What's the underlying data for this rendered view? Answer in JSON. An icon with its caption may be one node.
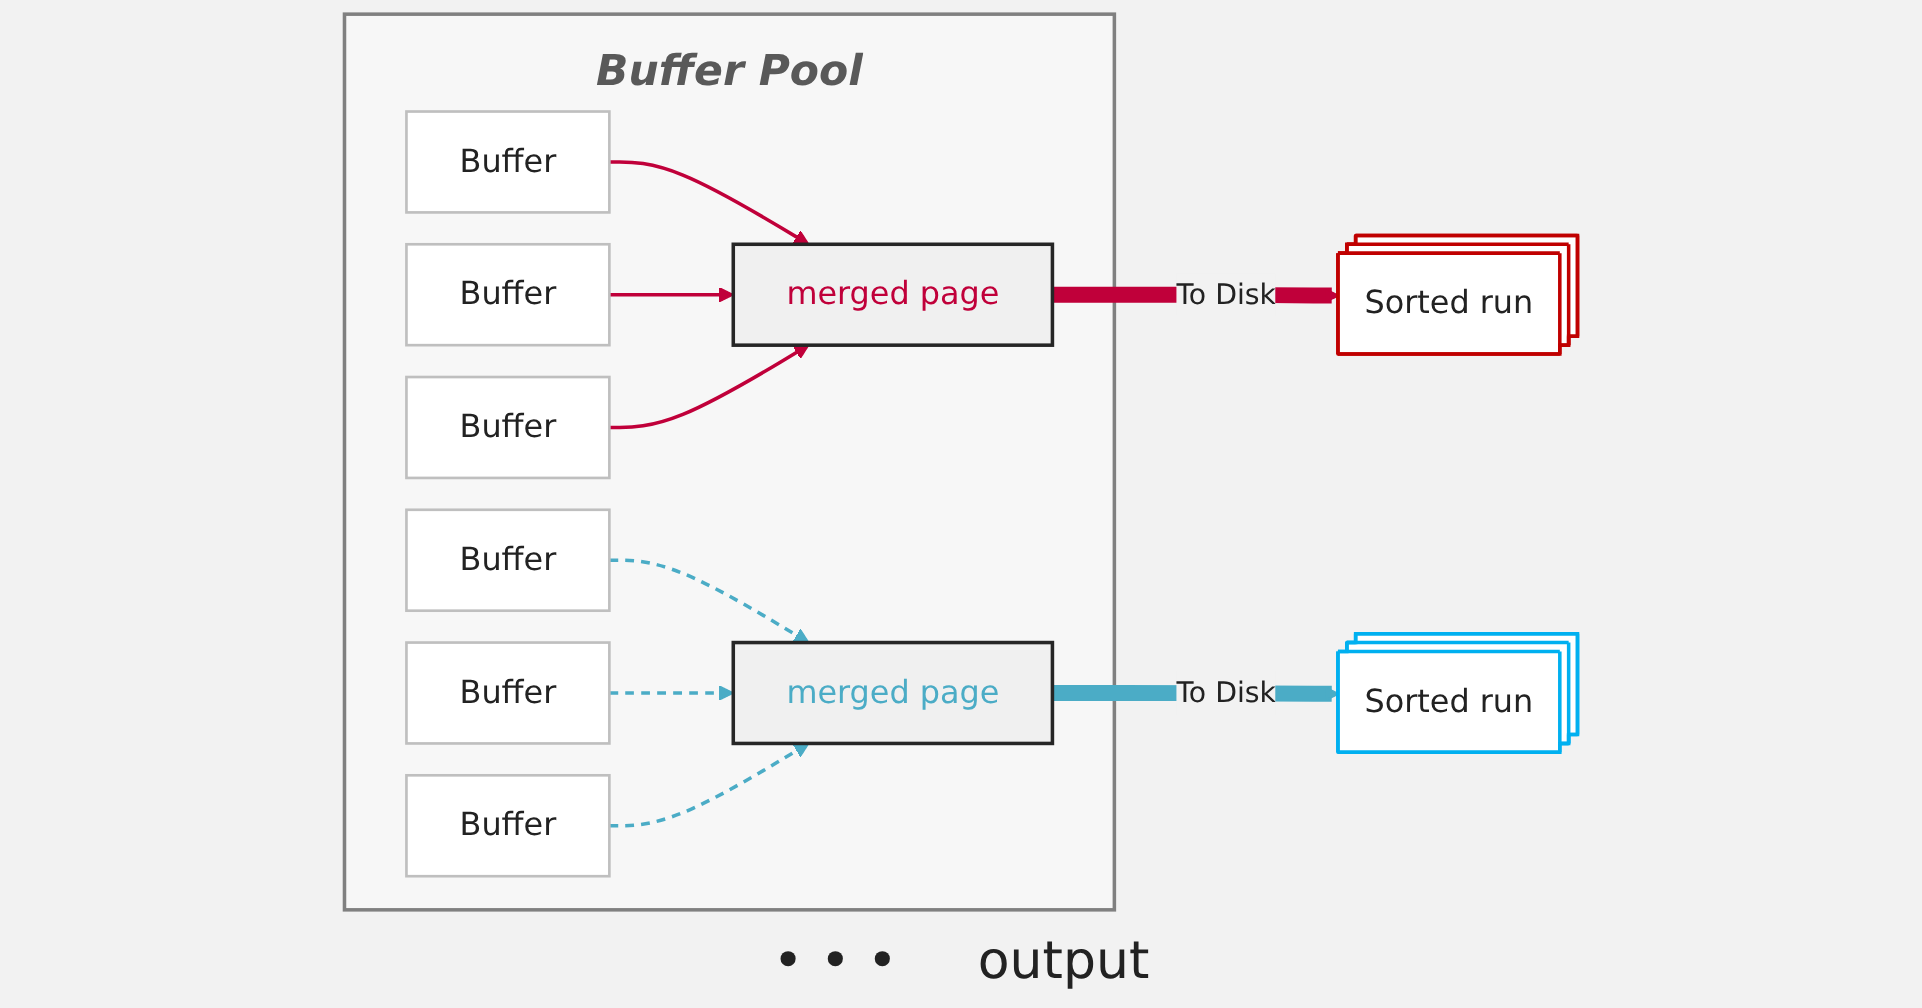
{
  "diagram": {
    "nodes": [
      {
        "text": [
          "Buffer Pool"
        ]
      },
      {
        "text": [
          "Buffer"
        ],
        "in": 0
      },
      {
        "text": [
          "Buffer"
        ],
        "in": 0
      },
      {
        "text": [
          "Buffer"
        ],
        "in": 0
      },
      {
        "text": [
          "Buffer"
        ],
        "in": 0
      },
      {
        "text": [
          "Buffer"
        ],
        "in": 0
      },
      {
        "text": [
          "Buffer"
        ],
        "in": 0
      },
      {
        "text": [
          "merged page"
        ],
        "in": 0
      },
      {
        "text": [
          "merged page"
        ],
        "in": 0
      },
      {
        "text": [
          "Sorted run"
        ]
      },
      {
        "text": [
          "Sorted run"
        ]
      }
    ],
    "edges": [
      {
        "from": 1,
        "to": 7,
        "arrow": "to",
        "color": "#c0003a"
      },
      {
        "from": 2,
        "to": 8,
        "arrow": "to",
        "style": "dashed",
        "color": "#4bacc6"
      },
      {
        "from": 3,
        "to": 7,
        "arrow": "to",
        "color": "#c0003a"
      },
      {
        "from": 4,
        "to": 8,
        "arrow": "to",
        "style": "dashed",
        "color": "#4bacc6"
      },
      {
        "from": 5,
        "to": 7,
        "arrow": "to",
        "color": "#c0003a"
      },
      {
        "from": 6,
        "to": 8,
        "arrow": "to",
        "style": "dashed",
        "color": "#4bacc6"
      },
      {
        "from": 7,
        "to": 9,
        "arrow": "to",
        "label": "To Disk",
        "style": "thick",
        "color": "#c0003a"
      },
      {
        "from": 8,
        "to": 10,
        "arrow": "to",
        "label": "To Disk",
        "style": "thick",
        "color": "#4bacc6"
      }
    ],
    "labels": [
      "• • •",
      "output"
    ]
  }
}
